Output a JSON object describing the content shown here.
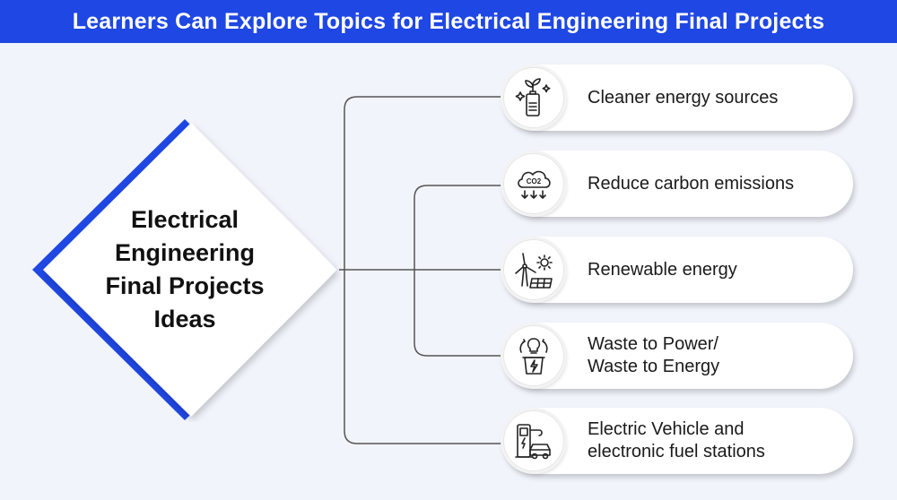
{
  "header": {
    "title": "Learners Can Explore Topics for Electrical Engineering Final Projects"
  },
  "center": {
    "lines": [
      "Electrical",
      "Engineering",
      "Final Projects",
      "Ideas"
    ]
  },
  "topics": [
    {
      "icon": "energy-plant-battery-icon",
      "lines": [
        "Cleaner energy sources"
      ]
    },
    {
      "icon": "co2-cloud-icon",
      "lines": [
        "Reduce carbon emissions"
      ]
    },
    {
      "icon": "wind-solar-icon",
      "lines": [
        "Renewable energy"
      ]
    },
    {
      "icon": "waste-to-power-icon",
      "lines": [
        "Waste to Power/",
        "Waste to Energy"
      ]
    },
    {
      "icon": "ev-charging-station-icon",
      "lines": [
        "Electric Vehicle and",
        "electronic fuel stations"
      ]
    }
  ],
  "colors": {
    "header_bg": "#1f47e3",
    "accent": "#1f47e3",
    "background": "#f1f4fb",
    "connector": "#555555"
  }
}
